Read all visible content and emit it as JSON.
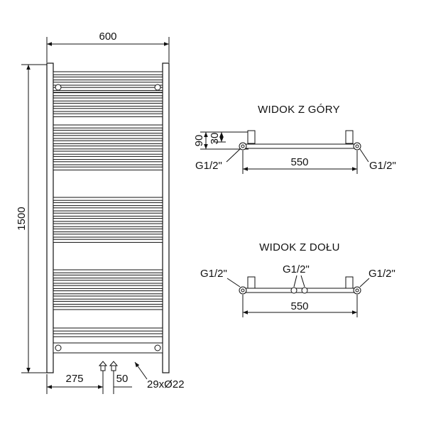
{
  "front_view": {
    "width_label": "600",
    "height_label": "1500",
    "left_offset_label": "275",
    "connector_spacing_label": "50",
    "tubes_label": "29xØ22"
  },
  "top_view": {
    "title": "WIDOK Z GÓRY",
    "depth_outer_label": "90",
    "depth_inner_label": "30",
    "connector_left_label": "G1/2\"",
    "connector_right_label": "G1/2\"",
    "spacing_label": "550"
  },
  "bottom_view": {
    "title": "WIDOK Z DOŁU",
    "connector_left_label": "G1/2\"",
    "connector_center_label": "G1/2\"",
    "connector_right_label": "G1/2\"",
    "spacing_label": "550"
  },
  "colors": {
    "line": "#111111",
    "background": "#ffffff"
  }
}
